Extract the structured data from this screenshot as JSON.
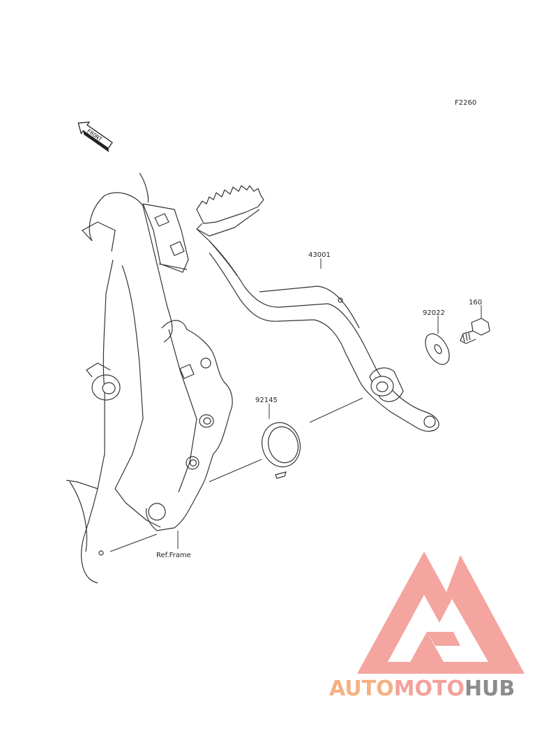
{
  "diagram": {
    "code": "F2260",
    "front_label": "FRONT",
    "ref_label": "Ref.Frame",
    "parts": {
      "pedal": "43001",
      "washer": "92022",
      "bolt": "160",
      "clip": "92145"
    }
  },
  "watermark": {
    "part1": "AUTO",
    "part2": "MOTO",
    "part3": "HUB",
    "colors": {
      "auto": "#f4b183",
      "moto": "#f4a19a",
      "hub": "#8c8c8c",
      "logo": "#f4a19a"
    }
  }
}
